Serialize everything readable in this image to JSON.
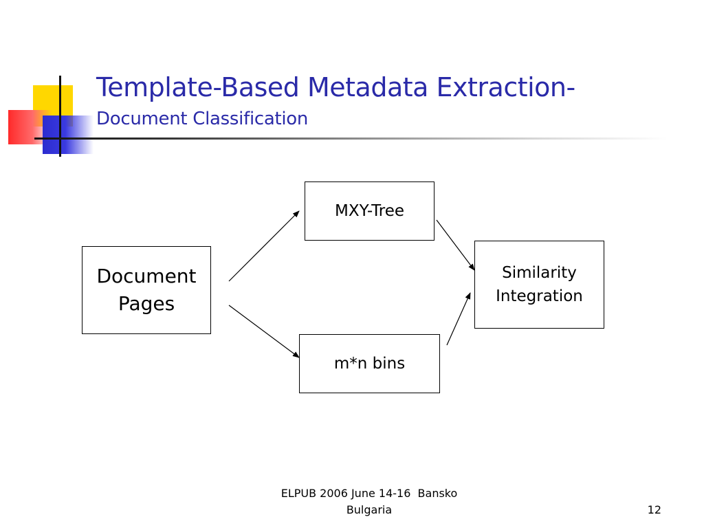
{
  "slide": {
    "title": "Template-Based Metadata Extraction-",
    "subtitle": "Document Classification"
  },
  "diagram": {
    "nodes": [
      {
        "id": "doc",
        "lines": [
          "Document",
          "Pages"
        ]
      },
      {
        "id": "mxy",
        "lines": [
          "MXY-Tree"
        ]
      },
      {
        "id": "bins",
        "lines": [
          "m*n bins"
        ]
      },
      {
        "id": "sim",
        "lines": [
          "Similarity",
          "Integration"
        ]
      }
    ],
    "edges": [
      {
        "from": "doc",
        "to": "mxy"
      },
      {
        "from": "doc",
        "to": "bins"
      },
      {
        "from": "mxy",
        "to": "sim"
      },
      {
        "from": "bins",
        "to": "sim"
      }
    ]
  },
  "footer": {
    "line1": "ELPUB 2006 June 14-16  Bansko",
    "line2": "Bulgaria",
    "page_number": "12"
  },
  "colors": {
    "title": "#2a2aa8",
    "accent_yellow": "#ffd700",
    "accent_red": "#ff2a2a",
    "accent_blue": "#2c2ccf"
  }
}
